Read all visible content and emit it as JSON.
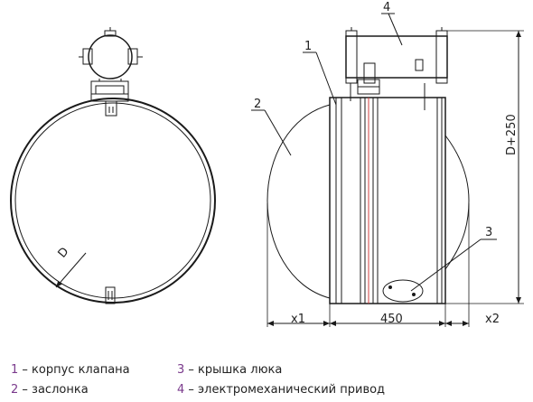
{
  "dimensions": {
    "diameter": "D",
    "height": "D+250",
    "width": "450",
    "left_offset": "x1",
    "right_offset": "x2"
  },
  "callouts": [
    "1",
    "2",
    "3",
    "4"
  ],
  "legend": [
    {
      "num": "1",
      "dash": " – ",
      "text": "корпус клапана"
    },
    {
      "num": "2",
      "dash": " – ",
      "text": "заслонка"
    },
    {
      "num": "3",
      "dash": " – ",
      "text": "крышка люка"
    },
    {
      "num": "4",
      "dash": " – ",
      "text": "электромеханический привод"
    }
  ],
  "colors": {
    "line": "#1a1a1a",
    "axis": "#d23c3c",
    "legend_num": "#7a3a8c"
  }
}
